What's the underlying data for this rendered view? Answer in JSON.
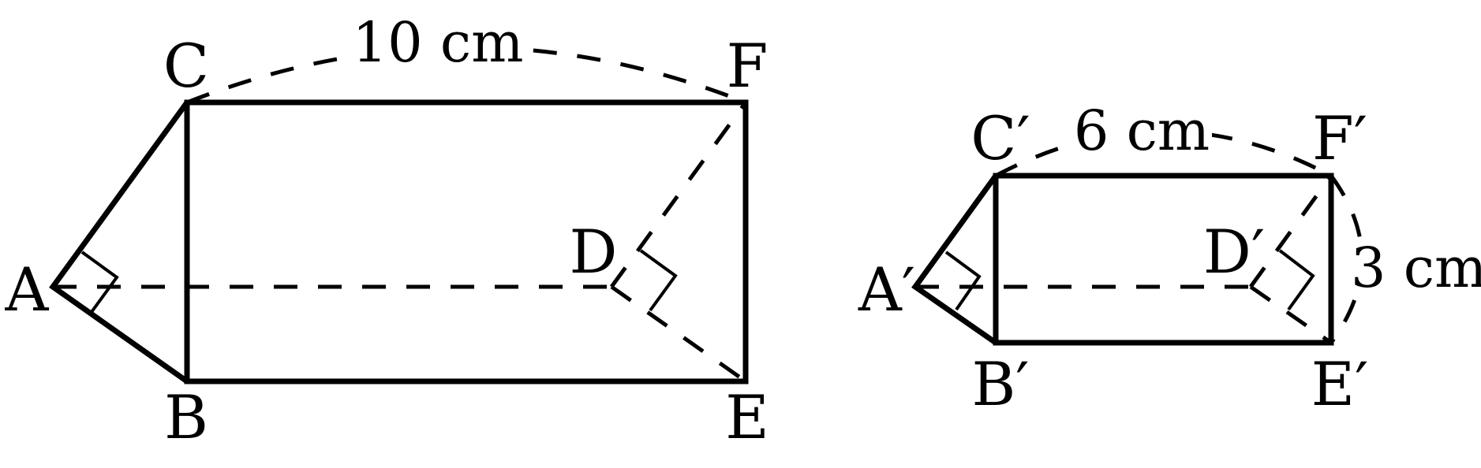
{
  "left_prism": {
    "labels": {
      "A": "A",
      "B": "B",
      "C": "C",
      "D": "D",
      "E": "E",
      "F": "F"
    },
    "measure_cf": "10 cm"
  },
  "right_prism": {
    "labels": {
      "A": "A′",
      "B": "B′",
      "C": "C′",
      "D": "D′",
      "E": "E′",
      "F": "F′"
    },
    "measure_cf": "6 cm",
    "measure_fe": "3 cm"
  }
}
